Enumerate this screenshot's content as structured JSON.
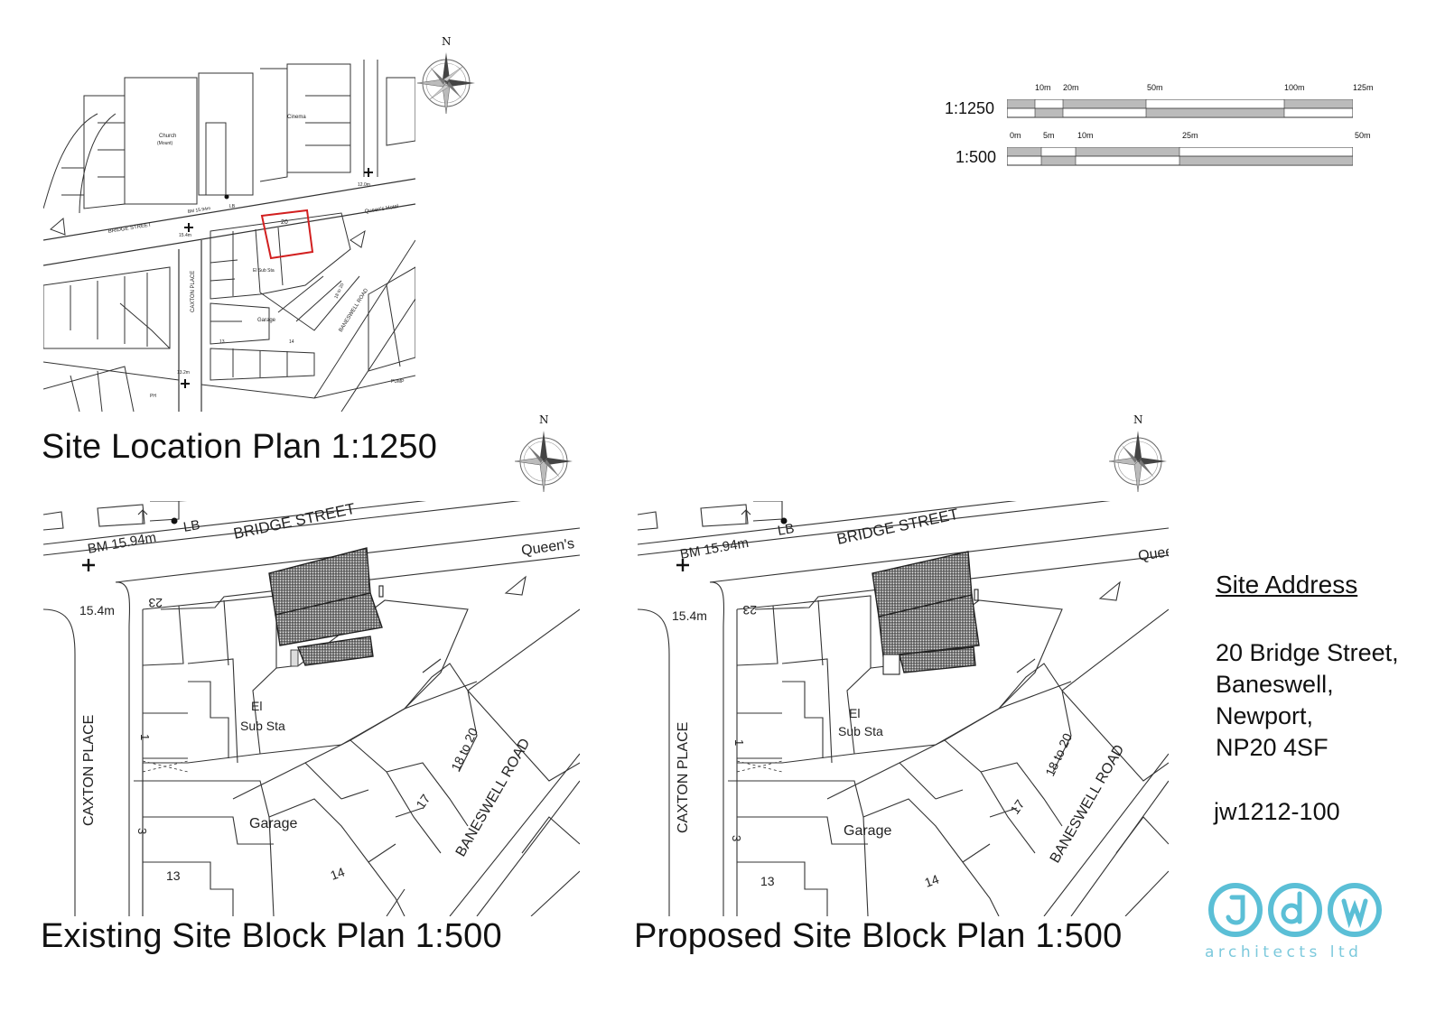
{
  "titles": {
    "location": "Site Location Plan 1:1250",
    "existing": "Existing Site Block Plan 1:500",
    "proposed": "Proposed Site Block Plan 1:500"
  },
  "north_label": "N",
  "location_plan": {
    "labels": {
      "church": "Church",
      "church_sub": "(Mount)",
      "cinema": "Cinema",
      "bridge_street": "BRIDGE STREET",
      "bm": "BM 15.94m",
      "lb": "LB",
      "queens_hotel": "Queen's Hotel",
      "plot_no": "20",
      "el_sub": "El Sub Sta",
      "caxton_place": "CAXTON PLACE",
      "garage": "Garage",
      "baneswell_road": "BANESWELL ROAD",
      "level_154": "15.4m",
      "level_120": "12.0m",
      "level_132": "13.2m",
      "ph": "PH",
      "pump": "PUMP",
      "no_13": "13",
      "no_14": "14",
      "no_18_20": "18 to 20"
    },
    "site_outline_color": "#d21f1f"
  },
  "block_plan": {
    "labels": {
      "bridge_street": "BRIDGE STREET",
      "bm": "BM 15.94m",
      "lb": "LB",
      "queens_existing": "Queen's",
      "queens_proposed": "Queer",
      "level": "15.4m",
      "no_23": "23",
      "el": "El",
      "sub_sta": "Sub Sta",
      "caxton_place": "CAXTON PLACE",
      "no_1": "1",
      "no_3": "3",
      "no_13": "13",
      "no_14": "14",
      "no_17": "17",
      "no_18_20": "18 to 20",
      "garage": "Garage",
      "baneswell_road": "BANESWELL ROAD"
    }
  },
  "scale_bars": {
    "s1250": {
      "label": "1:1250",
      "ticks": [
        "10m",
        "20m",
        "50m",
        "100m",
        "125m"
      ]
    },
    "s500": {
      "label": "1:500",
      "ticks": [
        "0m",
        "5m",
        "10m",
        "25m",
        "50m"
      ]
    }
  },
  "address": {
    "heading": "Site Address",
    "line1": "20 Bridge Street,",
    "line2": "Baneswell,",
    "line3": "Newport,",
    "line4": "NP20 4SF",
    "ref": "jw1212-100"
  },
  "logo": {
    "letters": "jdw",
    "sub": "architects ltd",
    "color": "#5bbfd6"
  }
}
